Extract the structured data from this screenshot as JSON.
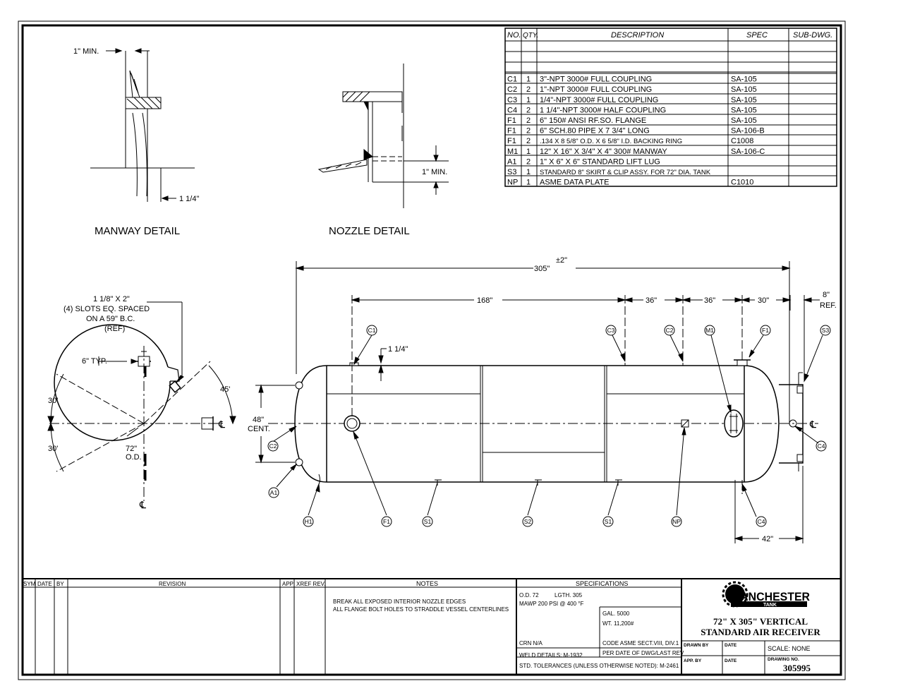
{
  "parts_table": {
    "headers": [
      "NO.",
      "QTY.",
      "DESCRIPTION",
      "SPEC",
      "SUB-DWG."
    ],
    "rows": [
      {
        "no": "C1",
        "qty": "1",
        "desc": "3\"-NPT 3000# FULL COUPLING",
        "spec": "SA-105",
        "sub": ""
      },
      {
        "no": "C2",
        "qty": "2",
        "desc": "1\"-NPT 3000# FULL COUPLING",
        "spec": "SA-105",
        "sub": ""
      },
      {
        "no": "C3",
        "qty": "1",
        "desc": "1/4\"-NPT 3000# FULL COUPLING",
        "spec": "SA-105",
        "sub": ""
      },
      {
        "no": "C4",
        "qty": "2",
        "desc": "1 1/4\"-NPT 3000# HALF COUPLING",
        "spec": "SA-105",
        "sub": ""
      },
      {
        "no": "F1",
        "qty": "2",
        "desc": "6\" 150# ANSI RF.SO. FLANGE",
        "spec": "SA-105",
        "sub": ""
      },
      {
        "no": "F1",
        "qty": "2",
        "desc": "6\" SCH.80 PIPE X 7 3/4\" LONG",
        "spec": "SA-106-B",
        "sub": ""
      },
      {
        "no": "F1",
        "qty": "2",
        "desc": ".134 X 8 5/8\" O.D. X 6 5/8\" I.D. BACKING RING",
        "spec": "C1008",
        "sub": ""
      },
      {
        "no": "M1",
        "qty": "1",
        "desc": "12\" X 16\" X 3/4\" X 4\" 300# MANWAY",
        "spec": "SA-106-C",
        "sub": ""
      },
      {
        "no": "A1",
        "qty": "2",
        "desc": "1\" X 6\" X 6\" STANDARD LIFT LUG",
        "spec": "",
        "sub": ""
      },
      {
        "no": "S3",
        "qty": "1",
        "desc": "STANDARD 8\" SKIRT & CLIP ASSY. FOR 72\" DIA. TANK",
        "spec": "",
        "sub": ""
      },
      {
        "no": "NP",
        "qty": "1",
        "desc": "ASME DATA PLATE",
        "spec": "C1010",
        "sub": ""
      }
    ]
  },
  "manway_detail": {
    "title": "MANWAY DETAIL",
    "min_label": "1\" MIN.",
    "dim_label": "1 1/4\""
  },
  "nozzle_detail": {
    "title": "NOZZLE DETAIL",
    "min_label": "1\" MIN."
  },
  "end_view": {
    "slot_note": [
      "1 1/8\" X 2\"",
      "(4) SLOTS EQ. SPACED",
      "ON A 59\" B.C.",
      "(REF)"
    ],
    "typ_label": "6\" TYP.",
    "angle_top": "30'",
    "angle_bottom": "30'",
    "angle_right": "45'",
    "od_label": [
      "72\"",
      "O.D."
    ],
    "cl_symbol": "℄"
  },
  "side_view": {
    "overall_length": "305\"",
    "tolerance": "±2\"",
    "dims": {
      "d168": "168\"",
      "d36a": "36\"",
      "d36b": "36\"",
      "d30": "30\"",
      "d8": "8\"",
      "ref": "REF.",
      "d42": "42\"",
      "d48": "48\"",
      "cent": "CENT.",
      "d114": "1 1/4\""
    },
    "top_callouts": [
      "C1",
      "C3",
      "C2",
      "M1",
      "F1",
      "S3"
    ],
    "side_callouts": [
      "C2",
      "A1",
      "C4",
      "C4"
    ],
    "bottom_callouts": [
      "H1",
      "F1",
      "S1",
      "S2",
      "S1",
      "NP"
    ]
  },
  "title_block": {
    "rev_headers": {
      "sym": "SYM",
      "date": "DATE",
      "by": "BY",
      "revision": "REVISION",
      "app": "APP",
      "xref": "XREF REV."
    },
    "notes_header": "NOTES",
    "notes": [
      "BREAK ALL EXPOSED INTERIOR NOZZLE EDGES",
      "ALL FLANGE BOLT HOLES TO STRADDLE VESSEL CENTERLINES"
    ],
    "spec_header": "SPECIFICATIONS",
    "specs": {
      "od": "O.D. 72",
      "lgth": "LGTH. 305",
      "mawp": "MAWP 200  PSI @ 400 °F",
      "gal": "GAL. 5000",
      "wt": "WT. 11,200#",
      "crn": "CRN  N/A",
      "code1": "CODE ASME SECT.VIII, DIV.1",
      "code2": "PER DATE OF DWG/LAST REV",
      "weld": "WELD DETAILS: M-1932",
      "tol": "STD. TOLERANCES (UNLESS OTHERWISE NOTED): M-2461"
    },
    "company": "MANCHESTER",
    "company_sub": "TANK",
    "title_line1": "72\" X 305\" VERTICAL",
    "title_line2": "STANDARD AIR RECEIVER",
    "drawn_by": "DRAWN BY",
    "date_label": "DATE",
    "app_by": "APP.  BY",
    "date_label2": "DATE",
    "scale": "SCALE:  NONE",
    "drawing_no_label": "DRAWING NO.",
    "drawing_no": "305995"
  }
}
